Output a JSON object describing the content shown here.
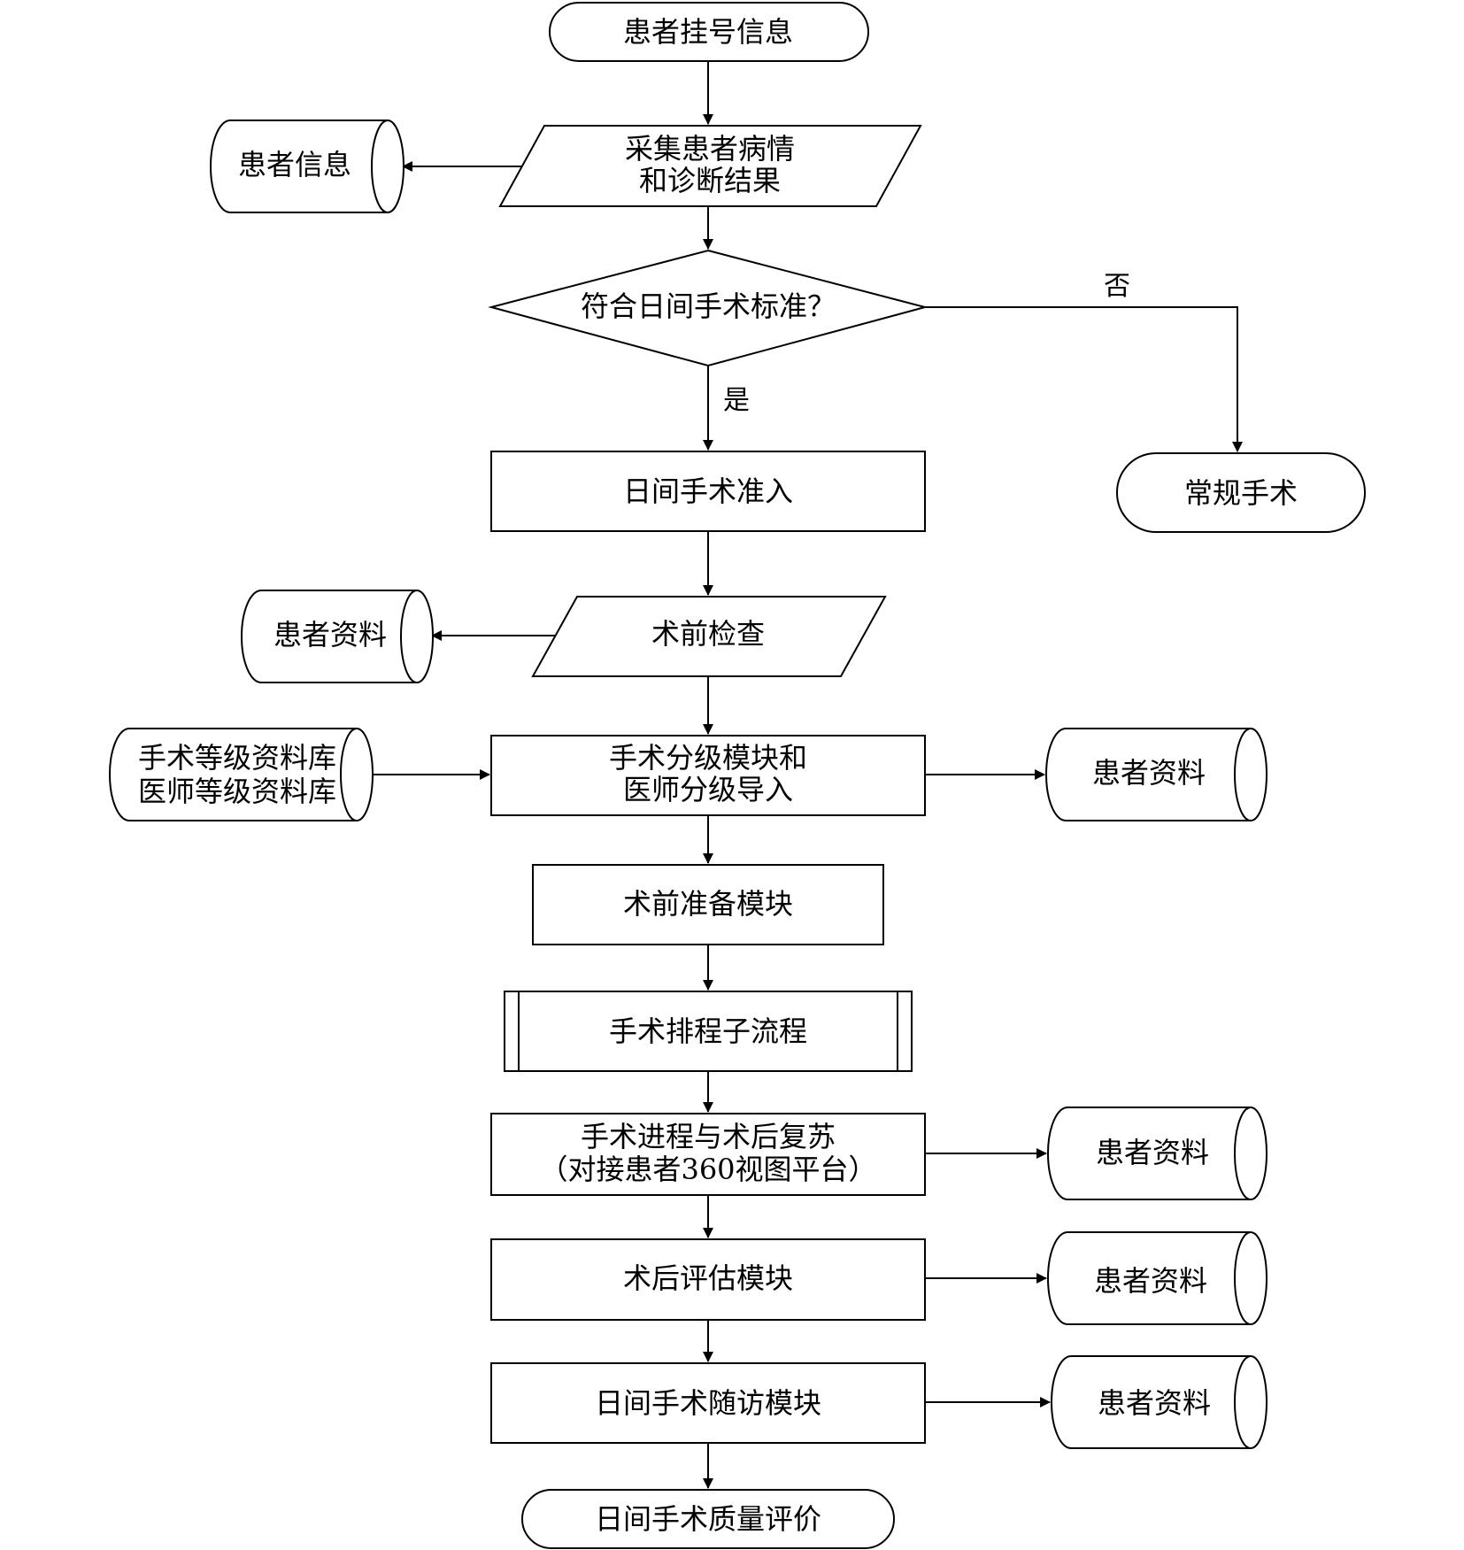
{
  "nodes": {
    "registration": "患者挂号信息",
    "collect_line1": "采集患者病情",
    "collect_line2": "和诊断结果",
    "store_patient_info": "患者信息",
    "decision": "符合日间手术标准？",
    "conventional": "常规手术",
    "admission": "日间手术准入",
    "preop_check": "术前检查",
    "store_preop": "患者资料",
    "grading_line1": "手术分级模块和",
    "grading_line2": "医师分级导入",
    "db_line1": "手术等级资料库",
    "db_line2": "医师等级资料库",
    "store_grading": "患者资料",
    "preop_prep": "术前准备模块",
    "scheduling": "手术排程子流程",
    "progress_line1": "手术进程与术后复苏",
    "progress_line2": "（对接患者360视图平台）",
    "store_progress": "患者资料",
    "postop_eval": "术后评估模块",
    "store_eval": "患者资料",
    "followup": "日间手术随访模块",
    "store_followup": "患者资料",
    "quality": "日间手术质量评价"
  },
  "edges": {
    "no": "否",
    "yes": "是"
  }
}
